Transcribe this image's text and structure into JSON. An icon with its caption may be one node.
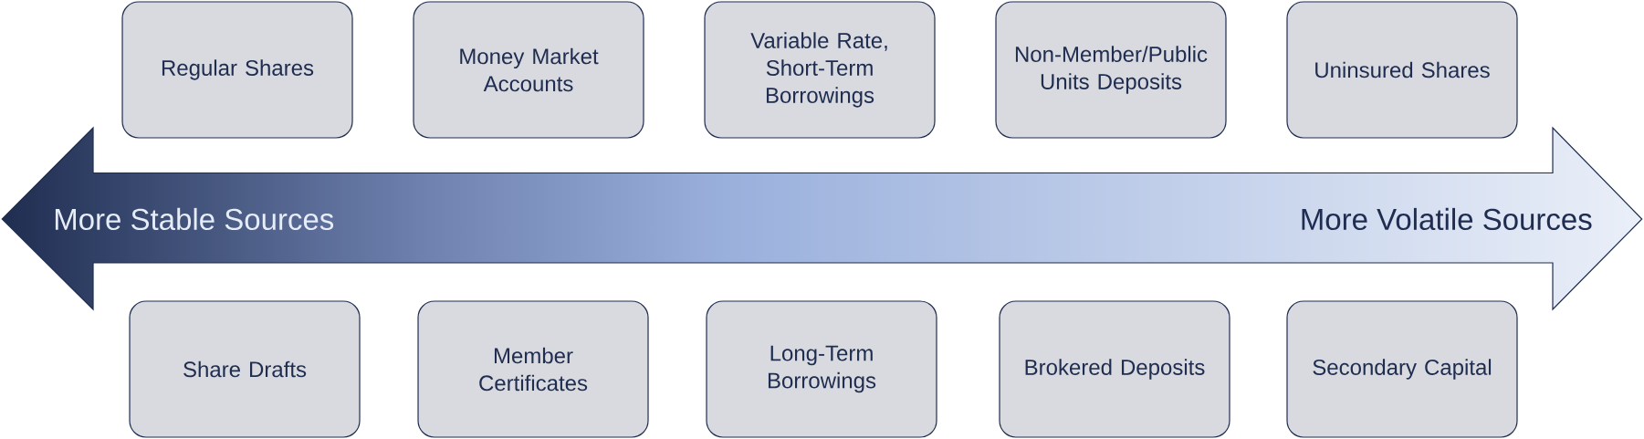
{
  "diagram": {
    "nodes": [
      {
        "text": [
          "Regular Shares"
        ]
      },
      {
        "text": [
          "Money Market Accounts"
        ]
      },
      {
        "text": [
          "Variable Rate, Short-Term Borrowings"
        ]
      },
      {
        "text": [
          "Non-Member/Public Units Deposits"
        ]
      },
      {
        "text": [
          "Uninsured Shares"
        ]
      },
      {
        "text": [
          "Share Drafts"
        ]
      },
      {
        "text": [
          "Member Certificates"
        ]
      },
      {
        "text": [
          "Long-Term Borrowings"
        ]
      },
      {
        "text": [
          "Brokered Deposits"
        ]
      },
      {
        "text": [
          "Secondary Capital"
        ]
      }
    ],
    "labels": [
      "More Stable Sources",
      "More Volatile Sources"
    ]
  }
}
